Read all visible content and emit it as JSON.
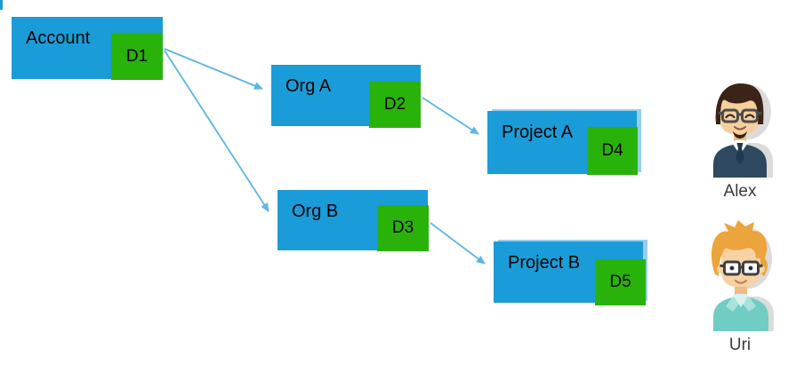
{
  "diagram": {
    "title": "account-org-project-deployment-hierarchy",
    "nodes": [
      {
        "label": "Account",
        "badge": "D1"
      },
      {
        "label": "Org A",
        "badge": "D2"
      },
      {
        "label": "Org B",
        "badge": "D3"
      },
      {
        "label": "Project A",
        "badge": "D4"
      },
      {
        "label": "Project B",
        "badge": "D5"
      }
    ],
    "edges": [
      {
        "from": "Account (D1)",
        "to": "Org A"
      },
      {
        "from": "Account (D1)",
        "to": "Org B"
      },
      {
        "from": "Org A (D2)",
        "to": "Project A"
      },
      {
        "from": "Org B (D3)",
        "to": "Project B"
      }
    ],
    "users": [
      {
        "name": "Alex"
      },
      {
        "name": "Uri"
      }
    ],
    "colors": {
      "node_blue": "#1a9cd8",
      "badge_green": "#29b30a",
      "arrow_blue": "#5bb5e6",
      "project_shadow_blue": "#96cfee",
      "label_text": "#000000",
      "name_text": "#3a3a3a"
    }
  }
}
